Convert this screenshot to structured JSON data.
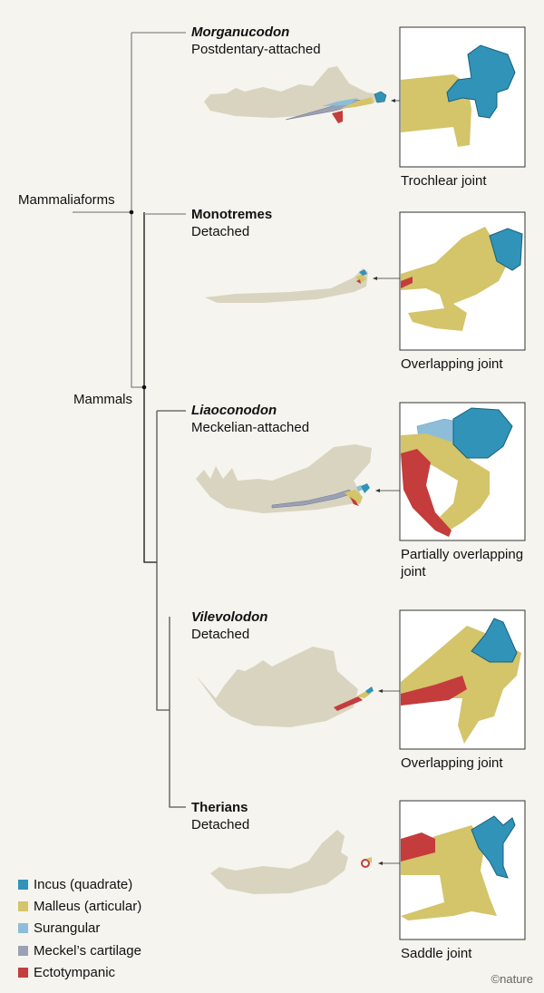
{
  "clades": {
    "mammaliaforms": "Mammaliaforms",
    "mammals": "Mammals"
  },
  "taxa": [
    {
      "name": "Morganucodon",
      "italic": true,
      "state": "Postdentary-attached",
      "joint": "Trochlear joint"
    },
    {
      "name": "Monotremes",
      "italic": false,
      "state": "Detached",
      "joint": "Overlapping joint"
    },
    {
      "name": "Liaoconodon",
      "italic": true,
      "state": "Meckelian-attached",
      "joint": "Partially overlapping joint"
    },
    {
      "name": "Vilevolodon",
      "italic": true,
      "state": "Detached",
      "joint": "Overlapping joint"
    },
    {
      "name": "Therians",
      "italic": false,
      "state": "Detached",
      "joint": "Saddle joint"
    }
  ],
  "legend": [
    {
      "label": "Incus (quadrate)",
      "color": "#3193b8"
    },
    {
      "label": "Malleus (articular)",
      "color": "#d4c46a"
    },
    {
      "label": "Surangular",
      "color": "#8dbdd8"
    },
    {
      "label": "Meckel’s cartilage",
      "color": "#9aa1b5"
    },
    {
      "label": "Ectotympanic",
      "color": "#c43c3c"
    }
  ],
  "credit": "©nature"
}
